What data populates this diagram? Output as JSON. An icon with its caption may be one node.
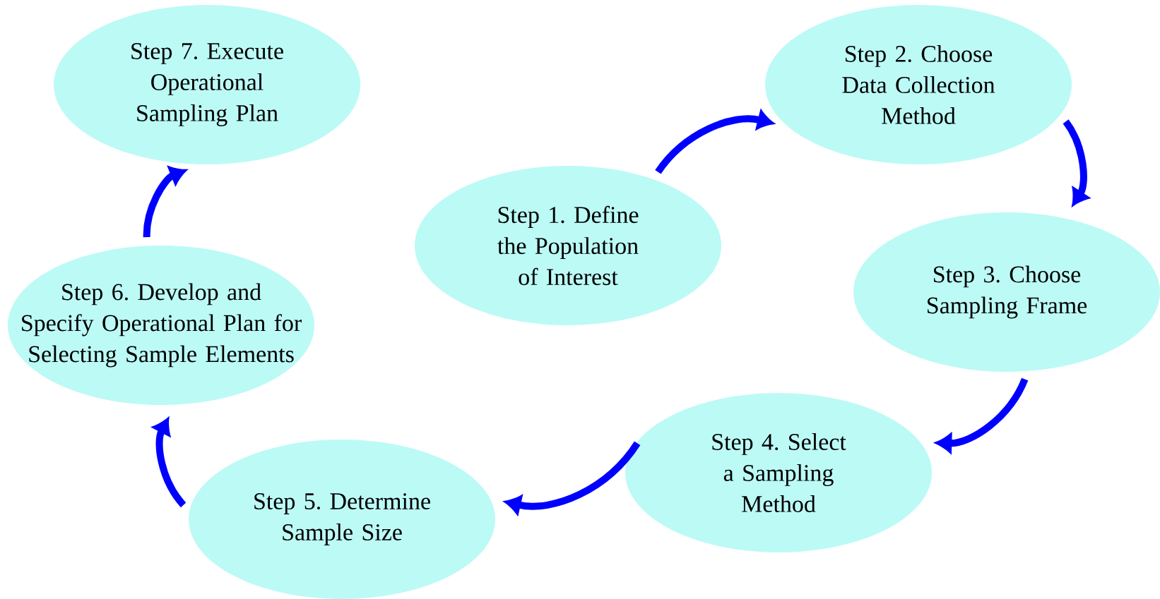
{
  "diagram": {
    "nodes": [
      {
        "text": [
          "Step 1. Define the Population of Interest"
        ]
      },
      {
        "text": [
          "Step 2. Choose Data Collection Method"
        ]
      },
      {
        "text": [
          "Step 3. Choose Sampling Frame"
        ]
      },
      {
        "text": [
          "Step 4. Select a Sampling Method"
        ]
      },
      {
        "text": [
          "Step 5. Determine Sample Size"
        ]
      },
      {
        "text": [
          "Step 6. Develop and Specify Operational Plan for Selecting Sample Elements"
        ]
      },
      {
        "text": [
          "Step 7. Execute Operational Sampling Plan"
        ]
      }
    ],
    "edges": [
      {
        "from": 0,
        "to": 1,
        "arrow": "to"
      },
      {
        "from": 1,
        "to": 2,
        "arrow": "to"
      },
      {
        "from": 2,
        "to": 3,
        "arrow": "to"
      },
      {
        "from": 3,
        "to": 4,
        "arrow": "to"
      },
      {
        "from": 4,
        "to": 5,
        "arrow": "to"
      },
      {
        "from": 5,
        "to": 6,
        "arrow": "to"
      }
    ]
  }
}
